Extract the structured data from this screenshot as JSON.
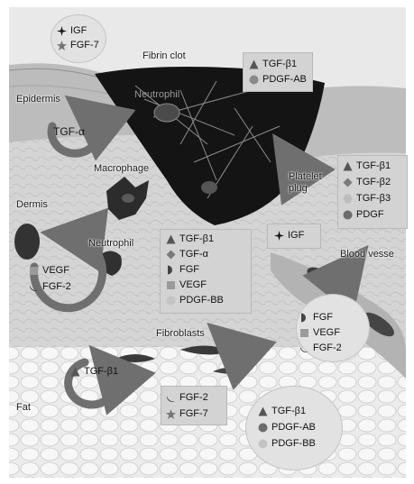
{
  "labels": {
    "fibrin_clot": "Fibrin clot",
    "epidermis": "Epidermis",
    "neutrophil_top": "Neutrophil",
    "macrophage": "Macrophage",
    "platelet_plug": "Platelet plug",
    "dermis": "Dermis",
    "neutrophil_mid": "Neutrophil",
    "blood_vessel": "Blood vesse",
    "fibroblasts": "Fibroblasts",
    "fat": "Fat"
  },
  "factors": {
    "top_left": [
      "IGF",
      "FGF-7"
    ],
    "top_center": [
      "TGF-β1",
      "PDGF-AB"
    ],
    "epidermis_cycle": "TGF-α",
    "right_top": [
      "TGF-β1",
      "TGF-β2",
      "TGF-β3",
      "PDGF"
    ],
    "middle": [
      "TGF-β1",
      "TGF-α",
      "FGF",
      "VEGF",
      "PDGF-BB"
    ],
    "igf_box": "IGF",
    "dermis_cycle": [
      "VEGF",
      "FGF-2"
    ],
    "right_mid": [
      "FGF",
      "VEGF",
      "FGF-2"
    ],
    "fat_cycle": "TGF-β1",
    "bottom_left": [
      "FGF-2",
      "FGF-7"
    ],
    "bottom_right": [
      "TGF-β1",
      "PDGF-AB",
      "PDGF-BB"
    ]
  },
  "colors": {
    "clot": "#141414",
    "tissue": "#cfcfcf",
    "arrow": "#707070",
    "panel": "#d3d3d3",
    "bubble": "#e2e2e2"
  }
}
